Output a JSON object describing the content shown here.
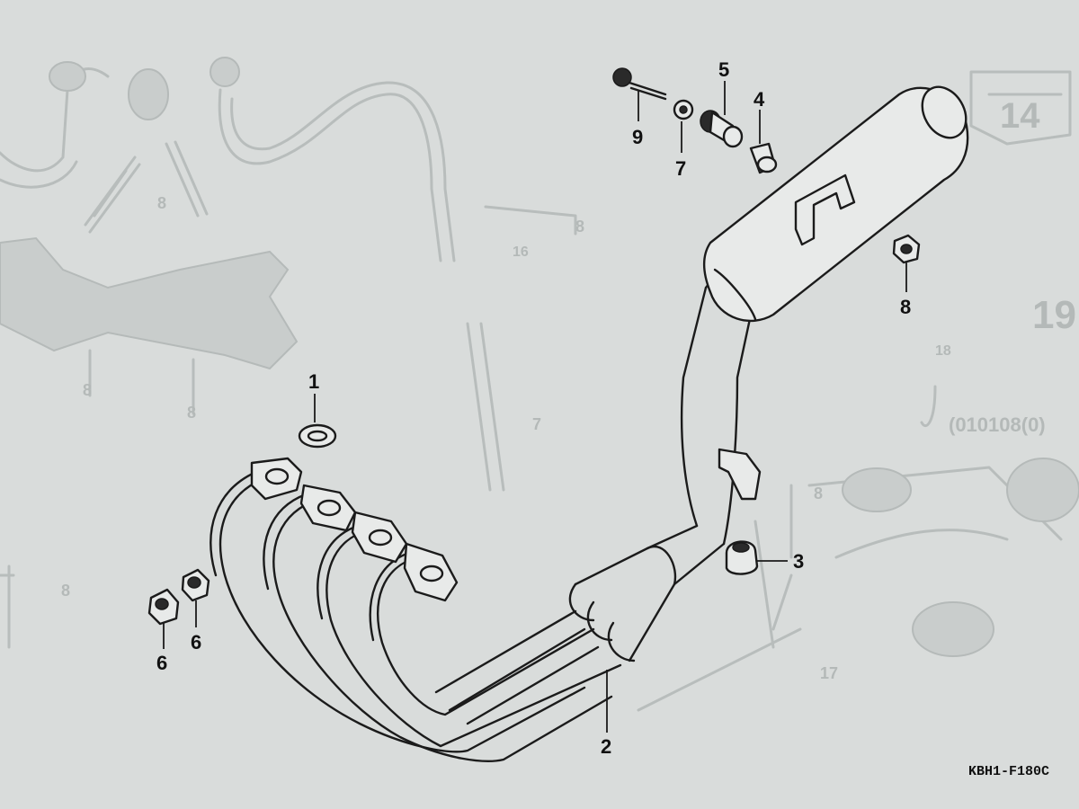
{
  "callouts": {
    "c1": "1",
    "c2": "2",
    "c3": "3",
    "c4": "4",
    "c5": "5",
    "c6a": "6",
    "c6b": "6",
    "c7": "7",
    "c8": "8",
    "c9": "9"
  },
  "ghost_labels": {
    "g_page": "14",
    "g_19": "19",
    "g_date": "(010108(0)",
    "g_8a": "8",
    "g_8b": "8",
    "g_8c": "8",
    "g_8d": "8",
    "g_8e": "8",
    "g_8f": "8",
    "g_7": "7",
    "g_16": "16",
    "g_17": "17",
    "g_18": "18"
  },
  "reference_code": "KBH1-F180C",
  "colors": {
    "paper": "#d9dcdb",
    "ink": "#1b1b1b",
    "ghost": "#b8bdbc"
  }
}
